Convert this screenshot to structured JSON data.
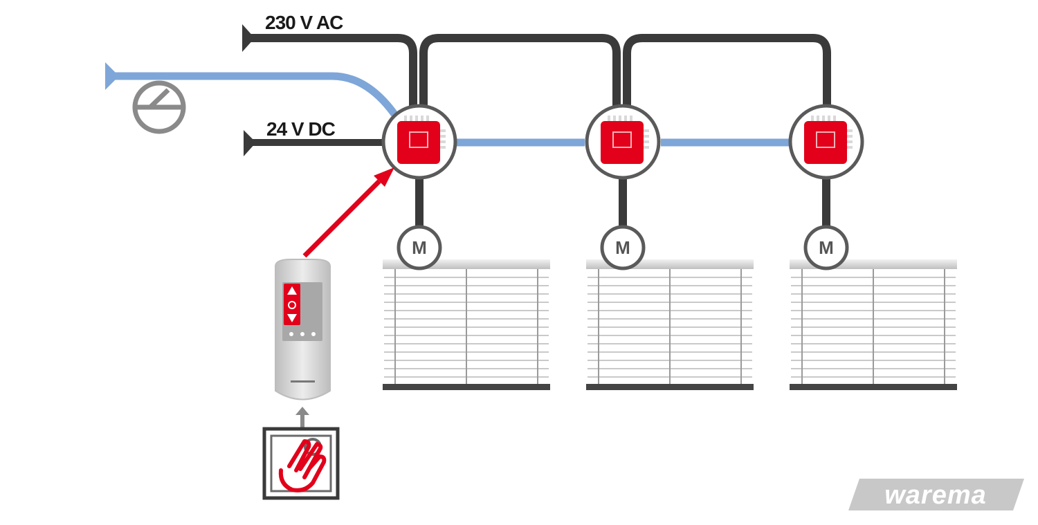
{
  "labels": {
    "ac_supply": "230 V AC",
    "dc_supply": "24 V DC",
    "motor": "M",
    "brand": "warema"
  },
  "colors": {
    "ac_line": "#3a3a3a",
    "bus_line": "#7ea6d8",
    "controller_red": "#e2001a",
    "wireless_arrow": "#e2001a",
    "logo_bg": "#c8c8c8"
  },
  "icons": {
    "controller": "actuator-module-icon",
    "motor": "motor-icon",
    "blind": "venetian-blind-icon",
    "remote": "hand-transmitter-icon",
    "wall_button": "push-button-icon",
    "clock": "timer-switch-icon"
  }
}
